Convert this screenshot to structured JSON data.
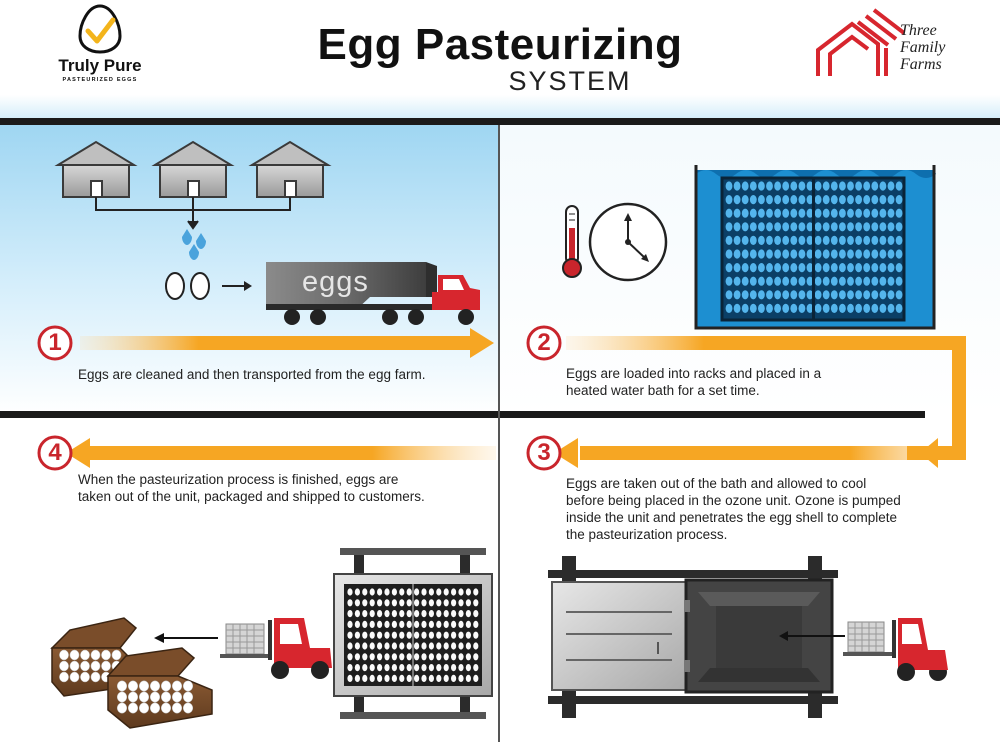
{
  "header": {
    "title": "Egg Pasteurizing",
    "subtitle": "SYSTEM"
  },
  "logos": {
    "left": {
      "name": "Truly Pure",
      "tagline": "PASTEURIZED EGGS"
    },
    "right": {
      "lines": [
        "Three",
        "Family",
        "Farms"
      ]
    }
  },
  "truck_label": "eggs",
  "steps": [
    {
      "number": "1",
      "text": "Eggs are cleaned and then transported from the egg farm."
    },
    {
      "number": "2",
      "text_lines": [
        "Eggs are loaded into racks and placed in a",
        "heated water bath for a set time."
      ]
    },
    {
      "number": "3",
      "text_lines": [
        "Eggs are taken out of the bath and allowed to cool",
        "before being placed in the ozone unit. Ozone is pumped",
        "inside the unit and penetrates the egg shell to complete",
        "the pasteurization process."
      ]
    },
    {
      "number": "4",
      "text_lines": [
        "When the pasteurization process is finished, eggs are",
        "taken out of the unit, packaged and shipped to customers."
      ]
    }
  ],
  "colors": {
    "accent_red": "#c9252c",
    "arrow_orange": "#f6a623",
    "water_blue": "#1d8fd1",
    "sky_blue": "#bfe3f6",
    "divider": "#1a1a1a"
  },
  "icons": [
    "egg-check-icon",
    "barn-logo-icon",
    "barn-icon",
    "water-drop-icon",
    "egg-icon",
    "truck-icon",
    "thermometer-icon",
    "clock-icon",
    "water-bath-icon",
    "ozone-unit-icon",
    "forklift-icon",
    "egg-carton-icon"
  ]
}
